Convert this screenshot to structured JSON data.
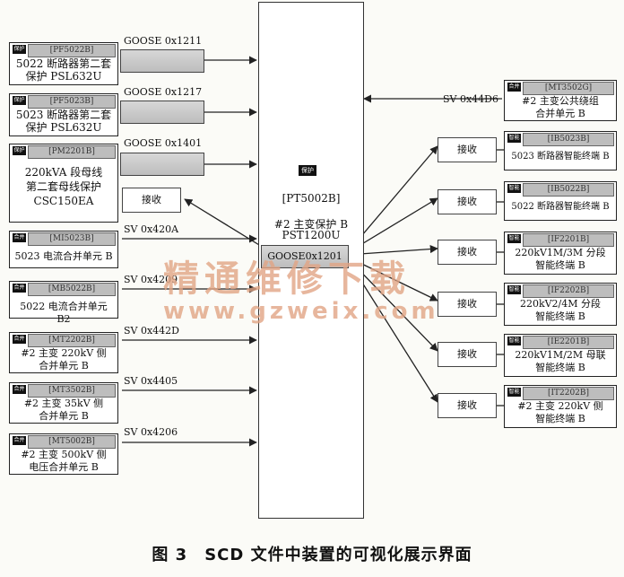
{
  "central": {
    "icon": "保护",
    "code": "[PT5002B]",
    "line1": "#2 主变保护 B",
    "line2": "PST1200U",
    "goose_out": "GOOSE0x1201"
  },
  "left_goose": [
    {
      "icon": "保护",
      "code": "[PF5022B]",
      "name1": "5022 断路器第二套",
      "name2": "保护 PSL632U",
      "signal": "GOOSE 0x1211"
    },
    {
      "icon": "保护",
      "code": "[PF5023B]",
      "name1": "5023 断路器第二套",
      "name2": "保护 PSL632U",
      "signal": "GOOSE 0x1217"
    }
  ],
  "left_bus": {
    "icon": "保护",
    "code": "[PM2201B]",
    "name1": "220kVA 段母线",
    "name2": "第二套母线保护",
    "name3": "CSC150EA",
    "signal": "GOOSE 0x1401",
    "recv": "接收"
  },
  "left_sv": [
    {
      "icon": "合并",
      "code": "[MI5023B]",
      "name1": "5023 电流合并单元 B",
      "name2": "",
      "signal": "SV 0x420A"
    },
    {
      "icon": "合并",
      "code": "[MB5022B]",
      "name1": "5022 电流合并单元 B2",
      "name2": "",
      "signal": "SV 0x4209"
    },
    {
      "icon": "合并",
      "code": "[MT2202B]",
      "name1": "#2 主变 220kV 侧",
      "name2": "合并单元 B",
      "signal": "SV 0x442D"
    },
    {
      "icon": "合并",
      "code": "[MT3502B]",
      "name1": "#2 主变 35kV 侧",
      "name2": "合并单元 B",
      "signal": "SV 0x4405"
    },
    {
      "icon": "合并",
      "code": "[MT5002B]",
      "name1": "#2 主变 500kV 侧",
      "name2": "电压合并单元 B",
      "signal": "SV 0x4206"
    }
  ],
  "right_sv": {
    "icon": "合并",
    "code": "[MT3502G]",
    "name1": "#2 主变公共绕组",
    "name2": "合并单元 B",
    "signal": "SV 0x44D6"
  },
  "right_recv": [
    {
      "icon": "智能",
      "code": "[IB5023B]",
      "name1": "5023 断路器智能终端 B",
      "name2": "",
      "recv": "接收"
    },
    {
      "icon": "智能",
      "code": "[IB5022B]",
      "name1": "5022 断路器智能终端 B",
      "name2": "",
      "recv": "接收"
    },
    {
      "icon": "智能",
      "code": "[IF2201B]",
      "name1": "220kV1M/3M 分段",
      "name2": "智能终端 B",
      "recv": "接收"
    },
    {
      "icon": "智能",
      "code": "[IF2202B]",
      "name1": "220kV2/4M 分段",
      "name2": "智能终端 B",
      "recv": "接收"
    },
    {
      "icon": "智能",
      "code": "[IE2201B]",
      "name1": "220kV1M/2M 母联",
      "name2": "智能终端 B",
      "recv": "接收"
    },
    {
      "icon": "智能",
      "code": "[IT2202B]",
      "name1": "#2 主变 220kV 侧",
      "name2": "智能终端 B",
      "recv": "接收"
    }
  ],
  "caption": "图 3　SCD 文件中装置的可视化展示界面",
  "watermark": {
    "text1": "精通维修下载",
    "text2": "www.gzweix.com"
  },
  "colors": {
    "line": "#222222",
    "box": "#bdbdbd",
    "watermark": "#e2a585"
  }
}
